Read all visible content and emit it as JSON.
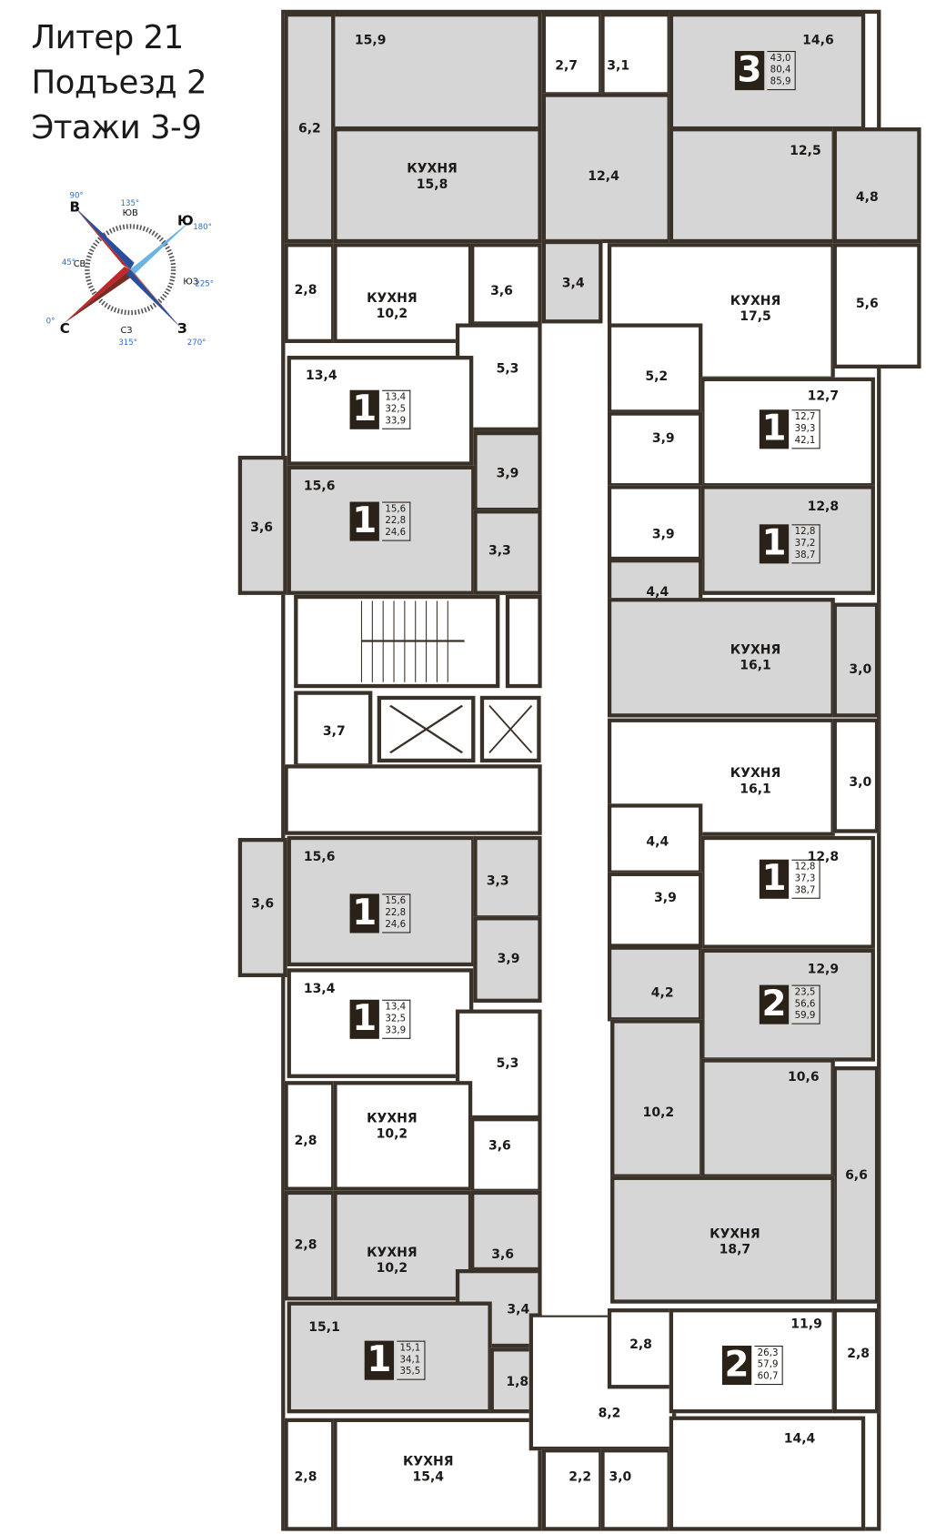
{
  "header": {
    "line1": "Литер 21",
    "line2": "Подъезд 2",
    "line3": "Этажи 3-9"
  },
  "compass": {
    "directions": [
      {
        "label": "С",
        "deg": "0°"
      },
      {
        "label": "СВ",
        "deg": "45°"
      },
      {
        "label": "В",
        "deg": "90°"
      },
      {
        "label": "ЮВ",
        "deg": "135°"
      },
      {
        "label": "Ю",
        "deg": "180°"
      },
      {
        "label": "ЮЗ",
        "deg": "225°"
      },
      {
        "label": "З",
        "deg": "270°"
      },
      {
        "label": "СЗ",
        "deg": "315°"
      }
    ],
    "colors": {
      "red": "#c0272d",
      "blue": "#2b4e9b",
      "light_blue": "#6cb4e4"
    }
  },
  "colors": {
    "wall": "#3a3128",
    "room_fill_gray": "#d6d6d6",
    "badge": "#2a2118"
  },
  "kitchen_label": "КУХНЯ",
  "rooms": [
    {
      "area": "15,9"
    },
    {
      "area": "6,2"
    },
    {
      "area": "15,8",
      "kitchen": true
    },
    {
      "area": "2,7"
    },
    {
      "area": "3,1"
    },
    {
      "area": "12,4"
    },
    {
      "area": "3,4"
    },
    {
      "area": "14,6"
    },
    {
      "area": "12,5"
    },
    {
      "area": "4,8"
    },
    {
      "area": "2,8"
    },
    {
      "area": "10,2",
      "kitchen": true
    },
    {
      "area": "3,6"
    },
    {
      "area": "5,3"
    },
    {
      "area": "13,4"
    },
    {
      "area": "3,9"
    },
    {
      "area": "15,6"
    },
    {
      "area": "3,3"
    },
    {
      "area": "3,6"
    },
    {
      "area": "3,7"
    },
    {
      "area": "15,6"
    },
    {
      "area": "3,3"
    },
    {
      "area": "3,9"
    },
    {
      "area": "3,6"
    },
    {
      "area": "13,4"
    },
    {
      "area": "5,3"
    },
    {
      "area": "2,8"
    },
    {
      "area": "10,2",
      "kitchen": true
    },
    {
      "area": "3,6"
    },
    {
      "area": "2,8"
    },
    {
      "area": "10,2",
      "kitchen": true
    },
    {
      "area": "3,6"
    },
    {
      "area": "3,4"
    },
    {
      "area": "15,1"
    },
    {
      "area": "1,8"
    },
    {
      "area": "2,8"
    },
    {
      "area": "15,4",
      "kitchen": true
    },
    {
      "area": "8,2"
    },
    {
      "area": "2,2"
    },
    {
      "area": "3,0"
    },
    {
      "area": "14,4"
    },
    {
      "area": "17,5",
      "kitchen": true
    },
    {
      "area": "5,6"
    },
    {
      "area": "5,2"
    },
    {
      "area": "12,7"
    },
    {
      "area": "3,9"
    },
    {
      "area": "3,9"
    },
    {
      "area": "12,8"
    },
    {
      "area": "4,4"
    },
    {
      "area": "16,1",
      "kitchen": true
    },
    {
      "area": "3,0"
    },
    {
      "area": "16,1",
      "kitchen": true
    },
    {
      "area": "3,0"
    },
    {
      "area": "4,4"
    },
    {
      "area": "12,8"
    },
    {
      "area": "3,9"
    },
    {
      "area": "4,2"
    },
    {
      "area": "12,9"
    },
    {
      "area": "10,2"
    },
    {
      "area": "10,6"
    },
    {
      "area": "6,6"
    },
    {
      "area": "18,7",
      "kitchen": true
    },
    {
      "area": "2,8"
    },
    {
      "area": "11,9"
    },
    {
      "area": "2,8"
    }
  ],
  "units": [
    {
      "rooms": "3",
      "living": "43,0",
      "total": "80,4",
      "with_balcony": "85,9"
    },
    {
      "rooms": "1",
      "living": "13,4",
      "total": "32,5",
      "with_balcony": "33,9"
    },
    {
      "rooms": "1",
      "living": "15,6",
      "total": "22,8",
      "with_balcony": "24,6"
    },
    {
      "rooms": "1",
      "living": "12,7",
      "total": "39,3",
      "with_balcony": "42,1"
    },
    {
      "rooms": "1",
      "living": "12,8",
      "total": "37,2",
      "with_balcony": "38,7"
    },
    {
      "rooms": "1",
      "living": "15,6",
      "total": "22,8",
      "with_balcony": "24,6"
    },
    {
      "rooms": "1",
      "living": "12,8",
      "total": "37,3",
      "with_balcony": "38,7"
    },
    {
      "rooms": "1",
      "living": "13,4",
      "total": "32,5",
      "with_balcony": "33,9"
    },
    {
      "rooms": "2",
      "living": "23,5",
      "total": "56,6",
      "with_balcony": "59,9"
    },
    {
      "rooms": "1",
      "living": "15,1",
      "total": "34,1",
      "with_balcony": "35,5"
    },
    {
      "rooms": "2",
      "living": "26,3",
      "total": "57,9",
      "with_balcony": "60,7"
    }
  ]
}
